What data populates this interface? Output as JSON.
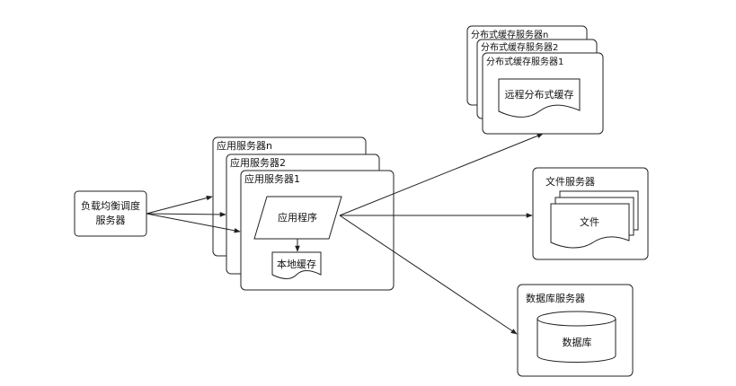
{
  "load_balancer": {
    "line1": "负载均衡调度",
    "line2": "服务器"
  },
  "app_servers": {
    "titles": [
      "应用服务器n",
      "应用服务器2",
      "应用服务器1"
    ],
    "app_program": "应用程序",
    "local_cache": "本地缓存"
  },
  "distributed_cache_servers": {
    "titles": [
      "分布式缓存服务器n",
      "分布式缓存服务器2",
      "分布式缓存服务器1"
    ],
    "remote_cache": "远程分布式缓存"
  },
  "file_server": {
    "title": "文件服务器",
    "file": "文件"
  },
  "database_server": {
    "title": "数据库服务器",
    "database": "数据库"
  }
}
